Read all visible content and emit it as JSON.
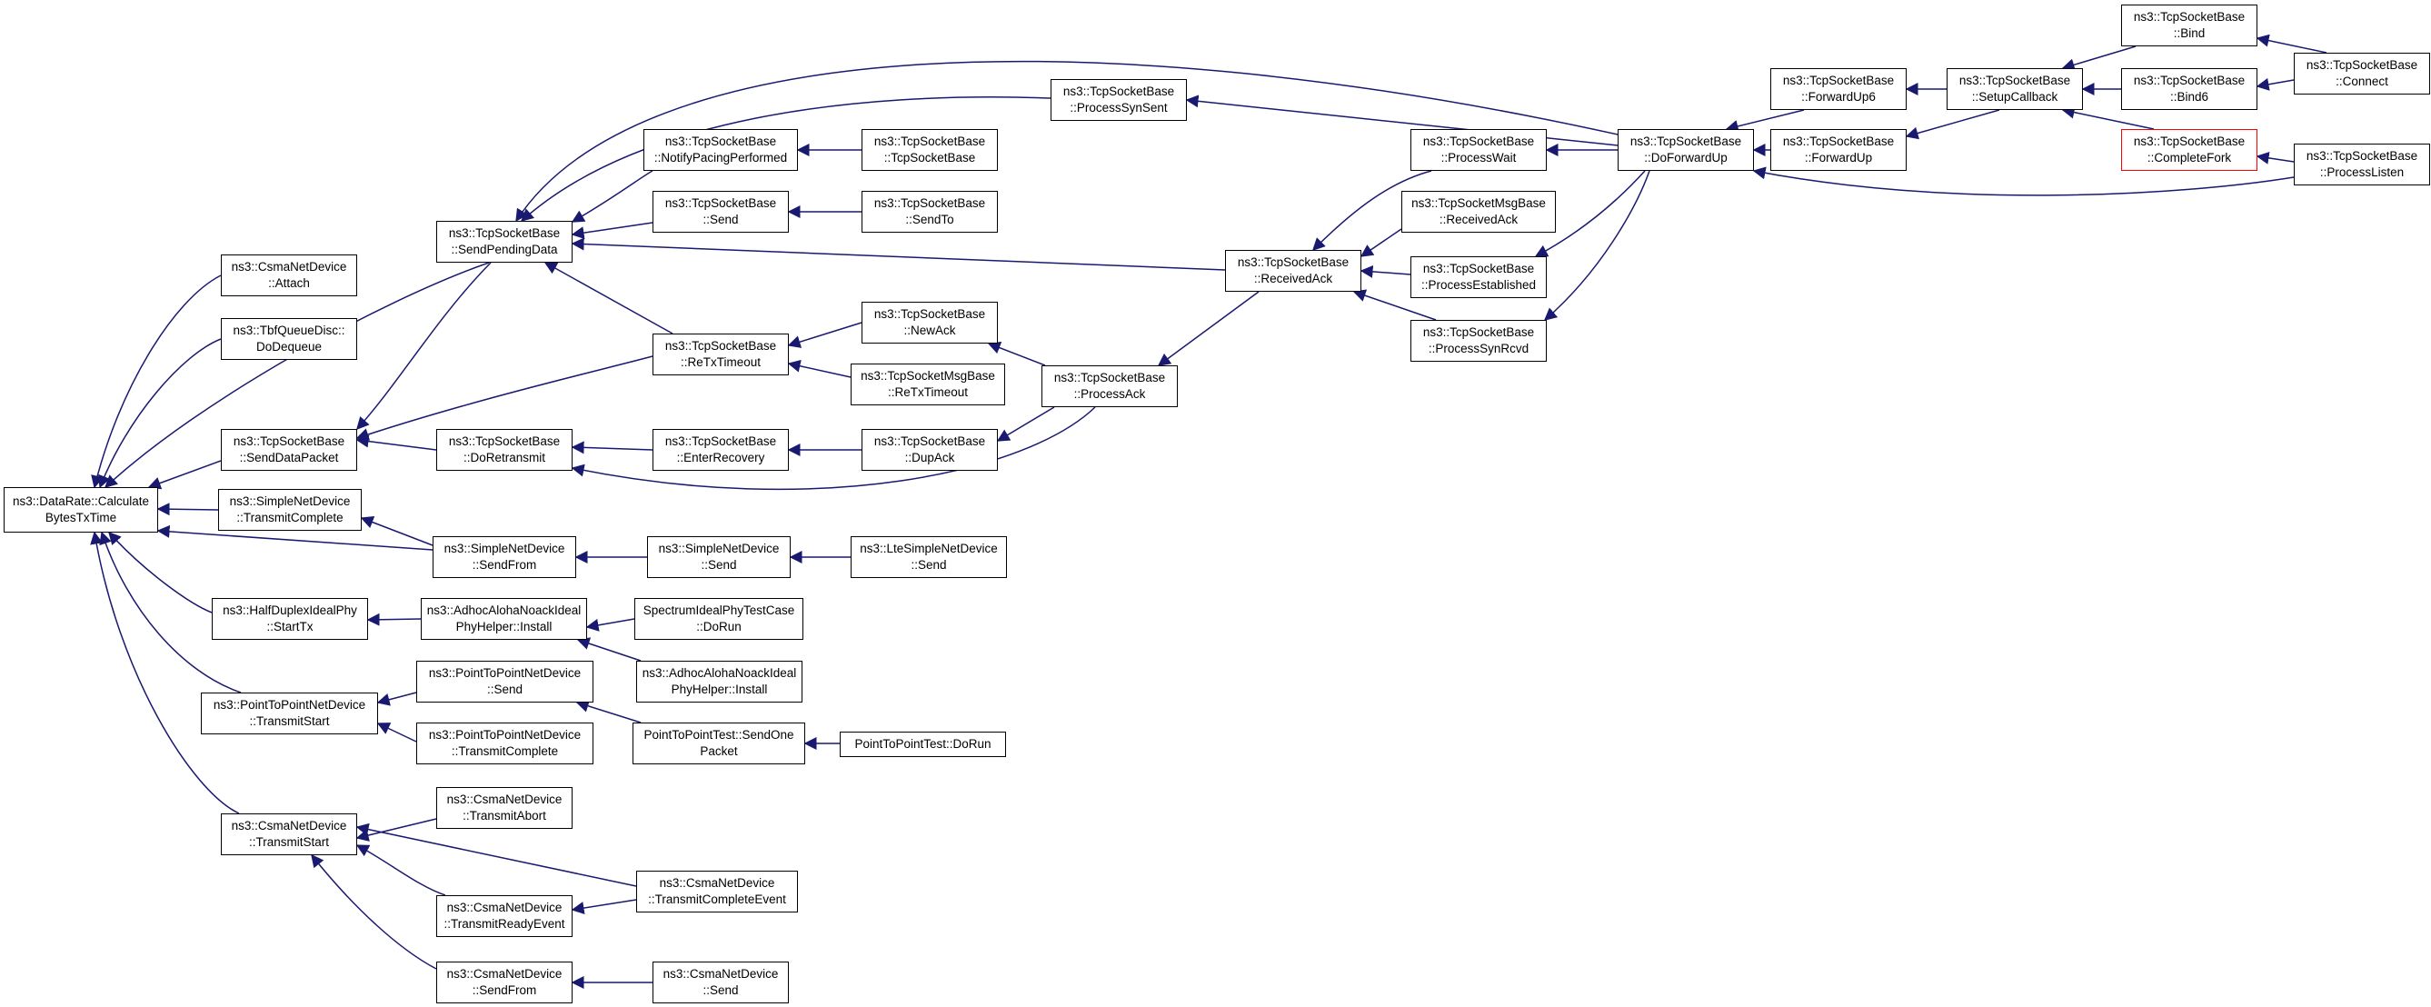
{
  "diagram": {
    "type": "call-graph",
    "edge_color": "#191970",
    "nodes": [
      {
        "id": "root",
        "lines": [
          "ns3::DataRate::Calculate",
          "BytesTxTime"
        ],
        "highlight": "root"
      },
      {
        "id": "csma_attach",
        "lines": [
          "ns3::CsmaNetDevice",
          "::Attach"
        ]
      },
      {
        "id": "tbf_dequeue",
        "lines": [
          "ns3::TbfQueueDisc::",
          "DoDequeue"
        ]
      },
      {
        "id": "send_data_packet",
        "lines": [
          "ns3::TcpSocketBase",
          "::SendDataPacket"
        ]
      },
      {
        "id": "simple_tx_complete",
        "lines": [
          "ns3::SimpleNetDevice",
          "::TransmitComplete"
        ]
      },
      {
        "id": "half_duplex_starttx",
        "lines": [
          "ns3::HalfDuplexIdealPhy",
          "::StartTx"
        ]
      },
      {
        "id": "p2p_tx_start",
        "lines": [
          "ns3::PointToPointNetDevice",
          "::TransmitStart"
        ]
      },
      {
        "id": "csma_tx_start",
        "lines": [
          "ns3::CsmaNetDevice",
          "::TransmitStart"
        ]
      },
      {
        "id": "send_pending_data",
        "lines": [
          "ns3::TcpSocketBase",
          "::SendPendingData"
        ]
      },
      {
        "id": "do_retransmit",
        "lines": [
          "ns3::TcpSocketBase",
          "::DoRetransmit"
        ]
      },
      {
        "id": "simple_send_from",
        "lines": [
          "ns3::SimpleNetDevice",
          "::SendFrom"
        ]
      },
      {
        "id": "adhoc_install_1",
        "lines": [
          "ns3::AdhocAlohaNoackIdeal",
          "PhyHelper::Install"
        ]
      },
      {
        "id": "p2p_send",
        "lines": [
          "ns3::PointToPointNetDevice",
          "::Send"
        ]
      },
      {
        "id": "p2p_tx_complete",
        "lines": [
          "ns3::PointToPointNetDevice",
          "::TransmitComplete"
        ]
      },
      {
        "id": "csma_tx_abort",
        "lines": [
          "ns3::CsmaNetDevice",
          "::TransmitAbort"
        ]
      },
      {
        "id": "csma_tx_ready",
        "lines": [
          "ns3::CsmaNetDevice",
          "::TransmitReadyEvent"
        ]
      },
      {
        "id": "csma_send_from",
        "lines": [
          "ns3::CsmaNetDevice",
          "::SendFrom"
        ]
      },
      {
        "id": "notify_pacing",
        "lines": [
          "ns3::TcpSocketBase",
          "::NotifyPacingPerformed"
        ]
      },
      {
        "id": "tcp_send",
        "lines": [
          "ns3::TcpSocketBase",
          "::Send"
        ]
      },
      {
        "id": "retx_timeout",
        "lines": [
          "ns3::TcpSocketBase",
          "::ReTxTimeout"
        ]
      },
      {
        "id": "enter_recovery",
        "lines": [
          "ns3::TcpSocketBase",
          "::EnterRecovery"
        ]
      },
      {
        "id": "simple_send",
        "lines": [
          "ns3::SimpleNetDevice",
          "::Send"
        ]
      },
      {
        "id": "spectrum_dorun",
        "lines": [
          "SpectrumIdealPhyTestCase",
          "::DoRun"
        ]
      },
      {
        "id": "adhoc_install_2",
        "lines": [
          "ns3::AdhocAlohaNoackIdeal",
          "PhyHelper::Install"
        ]
      },
      {
        "id": "p2p_test_send_one",
        "lines": [
          "PointToPointTest::SendOne",
          "Packet"
        ]
      },
      {
        "id": "csma_tx_complete_event",
        "lines": [
          "ns3::CsmaNetDevice",
          "::TransmitCompleteEvent"
        ]
      },
      {
        "id": "csma_send",
        "lines": [
          "ns3::CsmaNetDevice",
          "::Send"
        ]
      },
      {
        "id": "tcp_ctor",
        "lines": [
          "ns3::TcpSocketBase",
          "::TcpSocketBase"
        ]
      },
      {
        "id": "tcp_sendto",
        "lines": [
          "ns3::TcpSocketBase",
          "::SendTo"
        ]
      },
      {
        "id": "new_ack",
        "lines": [
          "ns3::TcpSocketBase",
          "::NewAck"
        ]
      },
      {
        "id": "msgbase_retx",
        "lines": [
          "ns3::TcpSocketMsgBase",
          "::ReTxTimeout"
        ]
      },
      {
        "id": "dup_ack",
        "lines": [
          "ns3::TcpSocketBase",
          "::DupAck"
        ]
      },
      {
        "id": "lte_send",
        "lines": [
          "ns3::LteSimpleNetDevice",
          "::Send"
        ]
      },
      {
        "id": "p2p_test_dorun",
        "lines": [
          "PointToPointTest::DoRun"
        ]
      },
      {
        "id": "process_syn_sent",
        "lines": [
          "ns3::TcpSocketBase",
          "::ProcessSynSent"
        ]
      },
      {
        "id": "process_ack",
        "lines": [
          "ns3::TcpSocketBase",
          "::ProcessAck"
        ]
      },
      {
        "id": "received_ack",
        "lines": [
          "ns3::TcpSocketBase",
          "::ReceivedAck"
        ]
      },
      {
        "id": "process_wait",
        "lines": [
          "ns3::TcpSocketBase",
          "::ProcessWait"
        ]
      },
      {
        "id": "msgbase_received_ack",
        "lines": [
          "ns3::TcpSocketMsgBase",
          "::ReceivedAck"
        ]
      },
      {
        "id": "process_established",
        "lines": [
          "ns3::TcpSocketBase",
          "::ProcessEstablished"
        ]
      },
      {
        "id": "process_syn_rcvd",
        "lines": [
          "ns3::TcpSocketBase",
          "::ProcessSynRcvd"
        ]
      },
      {
        "id": "do_forward_up",
        "lines": [
          "ns3::TcpSocketBase",
          "::DoForwardUp"
        ]
      },
      {
        "id": "forward_up6",
        "lines": [
          "ns3::TcpSocketBase",
          "::ForwardUp6"
        ]
      },
      {
        "id": "forward_up",
        "lines": [
          "ns3::TcpSocketBase",
          "::ForwardUp"
        ]
      },
      {
        "id": "setup_callback",
        "lines": [
          "ns3::TcpSocketBase",
          "::SetupCallback"
        ]
      },
      {
        "id": "bind",
        "lines": [
          "ns3::TcpSocketBase",
          "::Bind"
        ]
      },
      {
        "id": "bind6",
        "lines": [
          "ns3::TcpSocketBase",
          "::Bind6"
        ]
      },
      {
        "id": "complete_fork",
        "lines": [
          "ns3::TcpSocketBase",
          "::CompleteFork"
        ],
        "highlight": "red"
      },
      {
        "id": "connect",
        "lines": [
          "ns3::TcpSocketBase",
          "::Connect"
        ]
      },
      {
        "id": "process_listen",
        "lines": [
          "ns3::TcpSocketBase",
          "::ProcessListen"
        ]
      }
    ]
  }
}
